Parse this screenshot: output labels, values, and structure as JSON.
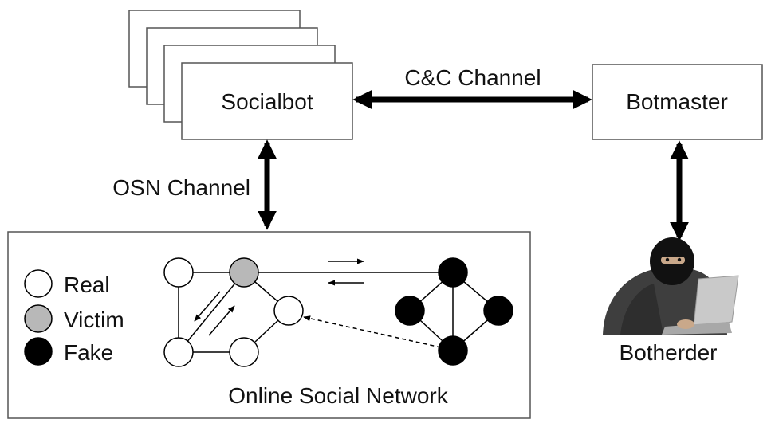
{
  "boxes": {
    "socialbot": "Socialbot",
    "botmaster": "Botmaster"
  },
  "channels": {
    "cc": "C&C Channel",
    "osn": "OSN Channel"
  },
  "network": {
    "title": "Online Social Network",
    "legend": [
      {
        "label": "Real",
        "color": "#ffffff"
      },
      {
        "label": "Victim",
        "color": "#b8b8b8"
      },
      {
        "label": "Fake",
        "color": "#000000"
      }
    ]
  },
  "botherder": {
    "label": "Botherder",
    "icon": "hooded-hacker-with-laptop"
  }
}
